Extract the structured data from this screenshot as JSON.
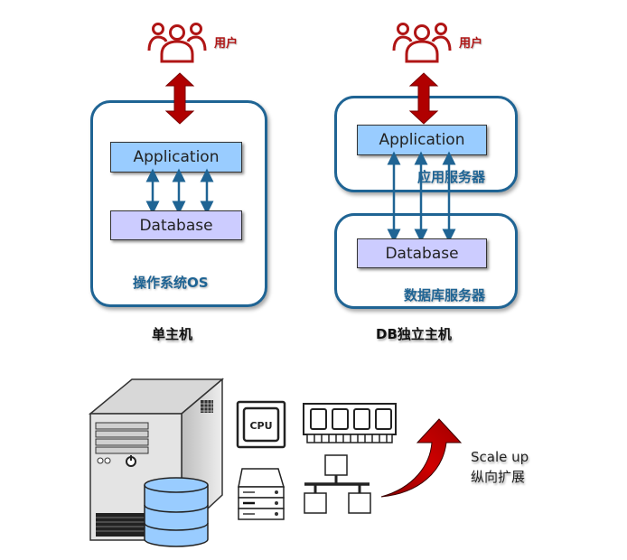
{
  "single_host": {
    "user_label": "用户",
    "application_label": "Application",
    "database_label": "Database",
    "os_label": "操作系统OS",
    "caption": "单主机"
  },
  "db_separate": {
    "user_label": "用户",
    "application_label": "Application",
    "app_server_label": "应用服务器",
    "database_label": "Database",
    "db_server_label": "数据库服务器",
    "caption": "DB独立主机"
  },
  "scale_up": {
    "cpu_label": "CPU",
    "label_en": "Scale up",
    "label_zh": "纵向扩展"
  },
  "colors": {
    "box_border": "#1f6494",
    "application_fill": "#99ccff",
    "database_fill": "#ccccff",
    "accent_red": "#b01515"
  }
}
